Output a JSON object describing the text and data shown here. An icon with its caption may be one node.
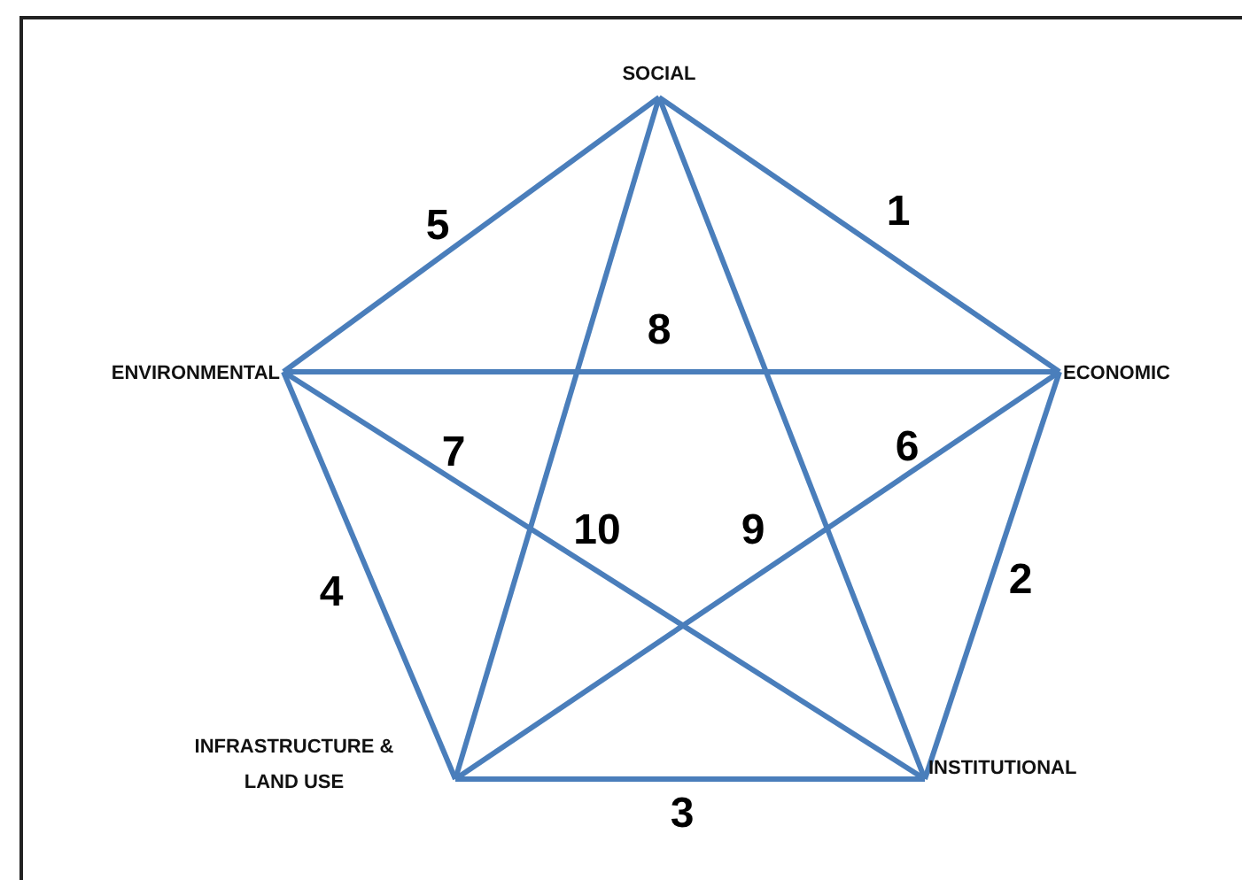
{
  "diagram": {
    "nodes": [
      {
        "text": [
          "SOCIAL"
        ]
      },
      {
        "text": [
          "ECONOMIC"
        ]
      },
      {
        "text": [
          "INSTITUTIONAL"
        ]
      },
      {
        "text": [
          "INFRASTRUCTURE & LAND USE"
        ]
      },
      {
        "text": [
          "ENVIRONMENTAL"
        ]
      }
    ],
    "edges": [
      {
        "from": 0,
        "to": 1,
        "arrow": "none",
        "label": "1"
      },
      {
        "from": 1,
        "to": 2,
        "arrow": "none",
        "label": "2"
      },
      {
        "from": 2,
        "to": 3,
        "arrow": "none",
        "label": "3"
      },
      {
        "from": 3,
        "to": 4,
        "arrow": "none",
        "label": "4"
      },
      {
        "from": 4,
        "to": 0,
        "arrow": "none",
        "label": "5"
      },
      {
        "from": 3,
        "to": 1,
        "arrow": "none",
        "label": "6"
      },
      {
        "from": 4,
        "to": 2,
        "arrow": "none",
        "label": "7"
      },
      {
        "from": 4,
        "to": 1,
        "arrow": "none",
        "label": "8"
      },
      {
        "from": 0,
        "to": 2,
        "arrow": "none",
        "label": "9"
      },
      {
        "from": 0,
        "to": 3,
        "arrow": "none",
        "label": "10"
      }
    ]
  }
}
